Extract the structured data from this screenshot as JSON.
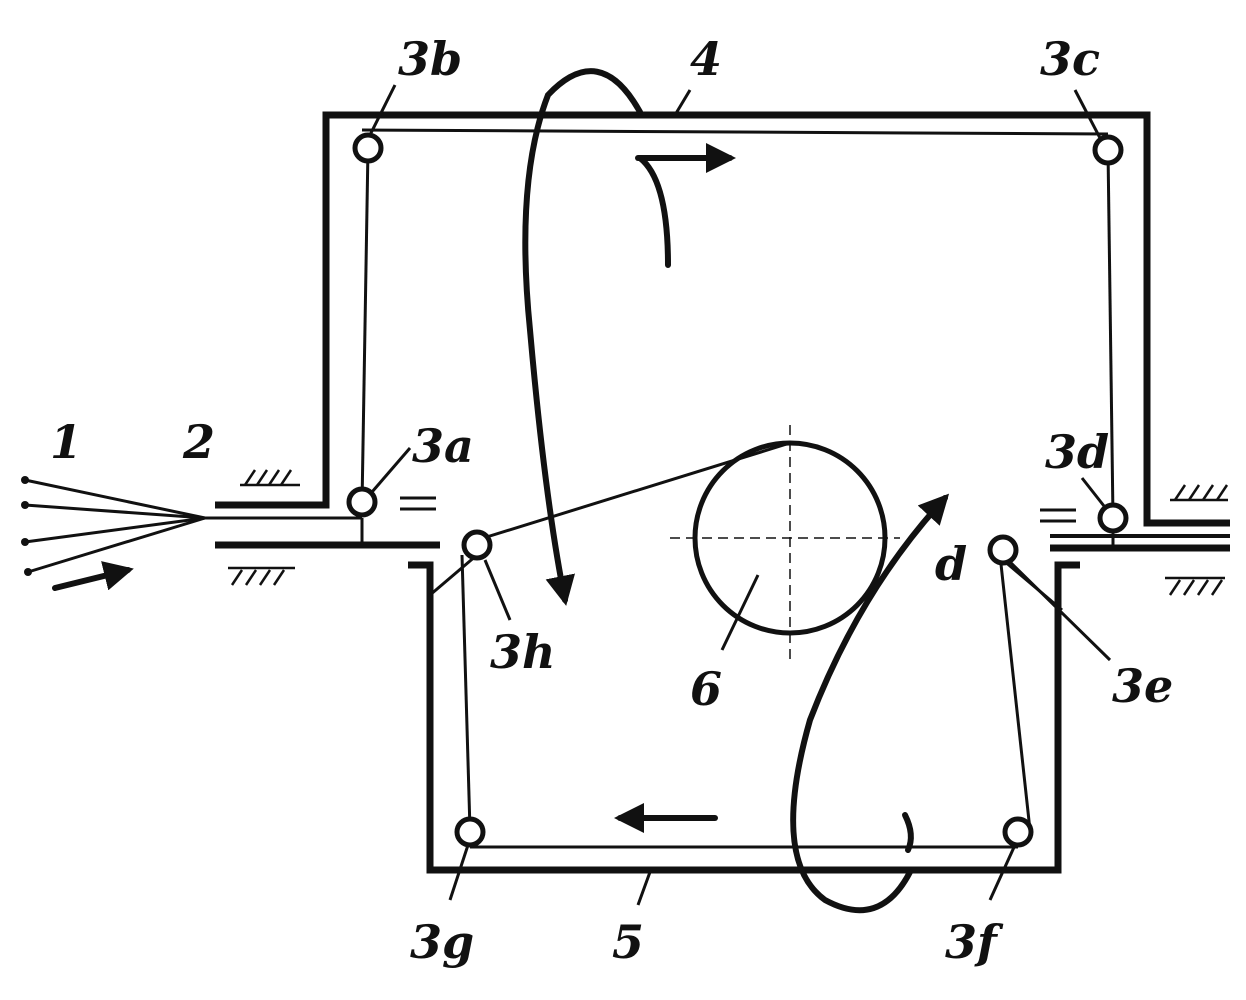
{
  "labels": {
    "fibers": "1",
    "inlet": "2",
    "roller_3a": "3a",
    "roller_3b": "3b",
    "roller_3c": "3c",
    "roller_3d": "3d",
    "roller_3e": "3e",
    "roller_3f": "3f",
    "roller_3g": "3g",
    "roller_3h": "3h",
    "upper_chamber": "4",
    "lower_chamber": "5",
    "drum": "6",
    "outlet": "d"
  }
}
